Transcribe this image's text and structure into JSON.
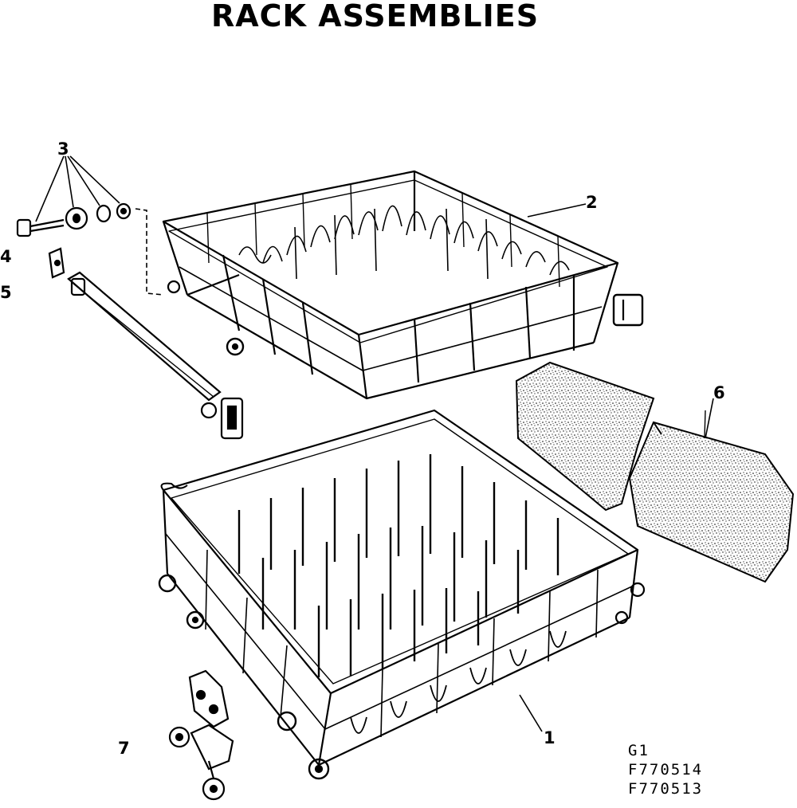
{
  "title": "RACK ASSEMBLIES",
  "callouts": [
    {
      "id": "1",
      "label": "1"
    },
    {
      "id": "2",
      "label": "2"
    },
    {
      "id": "3",
      "label": "3"
    },
    {
      "id": "4",
      "label": "4"
    },
    {
      "id": "5",
      "label": "5"
    },
    {
      "id": "6",
      "label": "6"
    },
    {
      "id": "7",
      "label": "7"
    }
  ],
  "codes": [
    "G1",
    "F770514",
    "F770513"
  ],
  "colors": {
    "ink": "#000000",
    "paper": "#ffffff"
  }
}
